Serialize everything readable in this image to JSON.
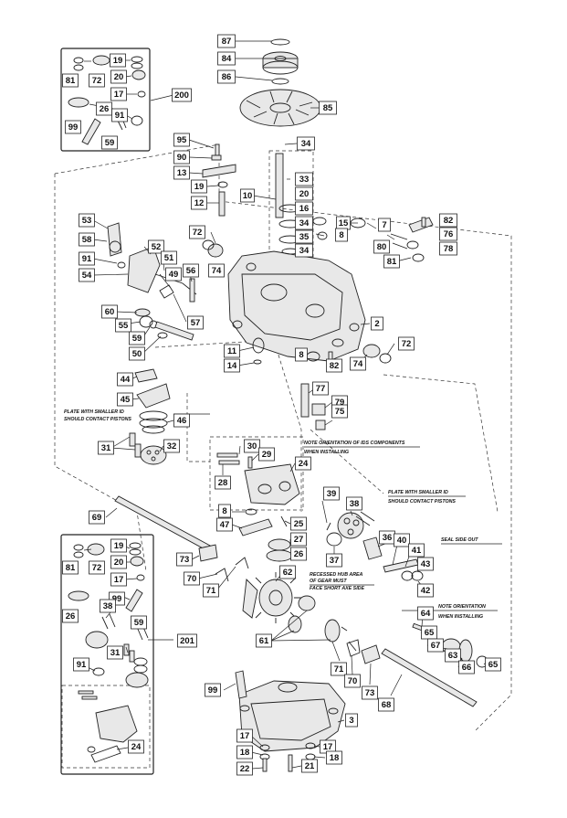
{
  "callouts": {
    "c87": "87",
    "c84": "84",
    "c86": "86",
    "c85": "85",
    "c95": "95",
    "c90": "90",
    "c13": "13",
    "c19a": "19",
    "c12": "12",
    "c10": "10",
    "c34a": "34",
    "c33": "33",
    "c20a": "20",
    "c16": "16",
    "c34b": "34",
    "c35": "35",
    "c34c": "34",
    "c15": "15",
    "c7": "7",
    "c8a": "8",
    "c82a": "82",
    "c76": "76",
    "c78": "78",
    "c80": "80",
    "c81a": "81",
    "c53": "53",
    "c58": "58",
    "c91a": "91",
    "c54": "54",
    "c52": "52",
    "c51": "51",
    "c49": "49",
    "c56": "56",
    "c72a": "72",
    "c74a": "74",
    "c60": "60",
    "c55": "55",
    "c59a": "59",
    "c50": "50",
    "c57": "57",
    "c2": "2",
    "c11": "11",
    "c14": "14",
    "c8b": "8",
    "c82b": "82",
    "c74b": "74",
    "c72b": "72",
    "c44": "44",
    "c45": "45",
    "c46": "46",
    "c77": "77",
    "c79": "79",
    "c75": "75",
    "c31a": "31",
    "c32": "32",
    "c30": "30",
    "c29": "29",
    "c28": "28",
    "c24a": "24",
    "c81b": "81",
    "c72c": "72",
    "c19b": "19",
    "c20b": "20",
    "c17a": "17",
    "c26a": "26",
    "c91b": "91",
    "c99a": "99",
    "c59b": "59",
    "c200": "200",
    "c69": "69",
    "c39": "39",
    "c38a": "38",
    "c36": "36",
    "c40": "40",
    "c41": "41",
    "c43": "43",
    "c42": "42",
    "c37": "37",
    "c8c": "8",
    "c47": "47",
    "c25": "25",
    "c27": "27",
    "c26b": "26",
    "c62": "62",
    "c73a": "73",
    "c70a": "70",
    "c71a": "71",
    "c81c": "81",
    "c72d": "72",
    "c19c": "19",
    "c20c": "20",
    "c17b": "17",
    "c26c": "26",
    "c99b": "99",
    "c38b": "38",
    "c59c": "59",
    "c31b": "31",
    "c201": "201",
    "c91c": "91",
    "c24b": "24",
    "c64": "64",
    "c65a": "65",
    "c67": "67",
    "c63": "63",
    "c66": "66",
    "c65b": "65",
    "c61": "61",
    "c71b": "71",
    "c70b": "70",
    "c73b": "73",
    "c68": "68",
    "c99c": "99",
    "c3": "3",
    "c17c": "17",
    "c18a": "18",
    "c17d": "17",
    "c18b": "18",
    "c22": "22",
    "c21": "21"
  },
  "notes": {
    "plate1_l1": "PLATE WITH SMALLER ID",
    "plate1_l2": "SHOULD CONTACT PISTONS",
    "ids_l1": "NOTE ORIENTATION OF IDS COMPONENTS",
    "ids_l2": "WHEN INSTALLING",
    "plate2_l1": "PLATE WITH SMALLER ID",
    "plate2_l2": "SHOULD CONTACT PISTONS",
    "seal": "SEAL SIDE OUT",
    "hub_l1": "RECESSED HUB AREA",
    "hub_l2": "OF GEAR MUST",
    "hub_l3": "FACE SHORT AXE SIDE",
    "orient_l1": "NOTE ORIENTATION",
    "orient_l2": "WHEN INSTALLING"
  }
}
